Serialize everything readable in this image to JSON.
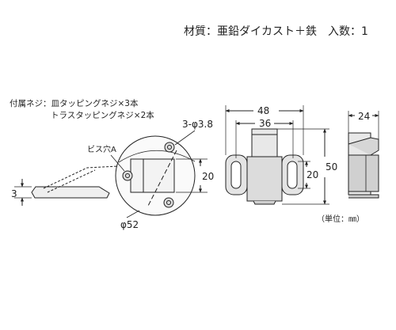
{
  "header": {
    "material": "材質：亜鉛ダイカスト＋鉄　入数：1"
  },
  "screws": {
    "line1": "付属ネジ：皿タッピングネジ×3本",
    "line2": "トラスタッピングネジ×2本"
  },
  "front_view": {
    "hole_label": "3-φ3.8",
    "screw_hole_label": "ビス穴A",
    "dim_height": "20",
    "dim_diameter": "φ52"
  },
  "side_view": {
    "dim_thickness": "3"
  },
  "catch_view": {
    "dim_width": "48",
    "dim_inner": "36",
    "dim_slot": "20",
    "dim_height": "50"
  },
  "profile_view": {
    "dim_depth": "24"
  },
  "unit_label": "（単位：㎜）",
  "colors": {
    "line": "#222222",
    "fill_light": "#e8e8e8",
    "fill_mid": "#cfcfcf"
  }
}
